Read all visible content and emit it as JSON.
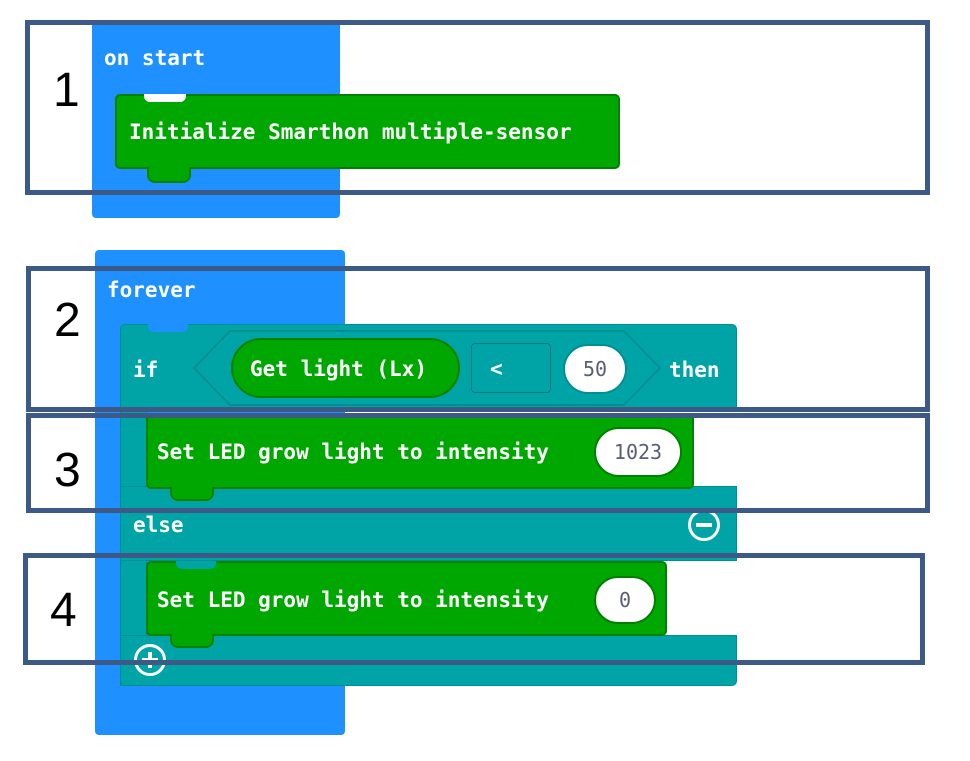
{
  "on_start": {
    "label": "on start",
    "initialize_block": "Initialize Smarthon multiple-sensor"
  },
  "forever": {
    "label": "forever",
    "if_block": {
      "if_label": "if",
      "condition": {
        "sensor": "Get light (Lx)",
        "operator": "<",
        "value": "50"
      },
      "then_label": "then",
      "then_action": {
        "text": "Set LED grow light to intensity",
        "value": "1023"
      },
      "else_label": "else",
      "else_action": {
        "text": "Set LED grow light to intensity",
        "value": "0"
      }
    }
  },
  "step_numbers": [
    "1",
    "2",
    "3",
    "4"
  ],
  "colors": {
    "event_blue": "#1e90ff",
    "logic_teal": "#00a4a6",
    "extension_green": "#00a700",
    "frame_outline": "#3c5a85"
  },
  "icons": {
    "else_remove": "minus-circle-icon",
    "else_add": "plus-circle-icon"
  }
}
